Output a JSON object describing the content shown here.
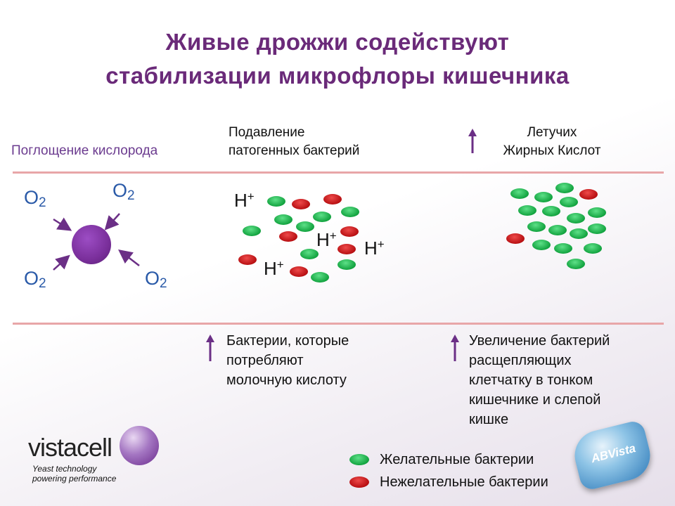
{
  "title": {
    "line1": "Живые дрожжи содействуют",
    "line2": "стабилизации микрофлоры кишечника"
  },
  "sections": {
    "oxygen": {
      "label": "Поглощение кислорода",
      "o2_base": "O",
      "o2_sub": "2"
    },
    "pathogens": {
      "line1": "Подавление",
      "line2": "патогенных бактерий",
      "h_base": "H",
      "h_sup": "+"
    },
    "vfa": {
      "line1": "Летучих",
      "line2": "Жирных Кислот"
    }
  },
  "bottom": {
    "lactic": {
      "line1": "Бактерии, которые",
      "line2": "потребляют",
      "line3": "молочную кислоту"
    },
    "fiber": {
      "line1": "Увеличение бактерий",
      "line2": "расщепляющих",
      "line3": "клетчатку в тонком",
      "line4": "кишечнике и слепой",
      "line5": "кишке"
    }
  },
  "legend": {
    "desirable": "Желательные бактерии",
    "undesirable": "Нежелательные бактерии"
  },
  "logos": {
    "vistacell": {
      "name": "vistacell",
      "tagline1": "Yeast technology",
      "tagline2": "powering performance"
    },
    "abvista": {
      "name": "ABVista"
    }
  },
  "colors": {
    "title": "#6a2a79",
    "yeast_cell": "#7a2f9b",
    "arrow": "#6b2f86",
    "oxygen": "#2a5aa8",
    "desirable_bacteria": "#12a33f",
    "undesirable_bacteria": "#b80f12",
    "divider": "#e8a6a8"
  }
}
